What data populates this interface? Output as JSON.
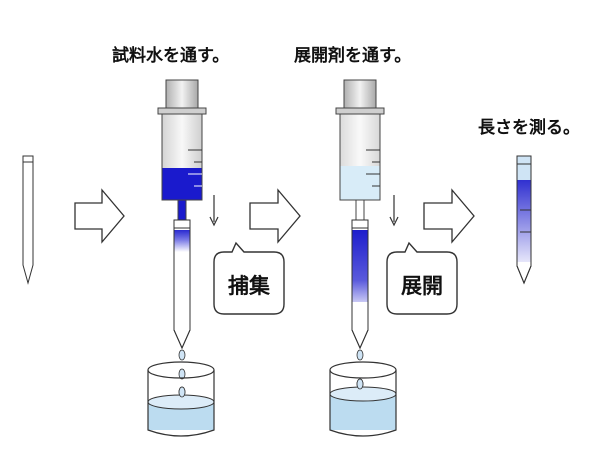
{
  "steps": {
    "sample_label": "試料水を通す。",
    "developer_label": "展開剤を通す。",
    "measure_label": "長さを測る。"
  },
  "bubbles": {
    "collect": "捕集",
    "develop": "展開"
  },
  "colors": {
    "sample_blue": "#1a1acd",
    "developer_blue": "#d8ecf8",
    "water_blue": "#bcdcf0",
    "outline": "#333333"
  }
}
